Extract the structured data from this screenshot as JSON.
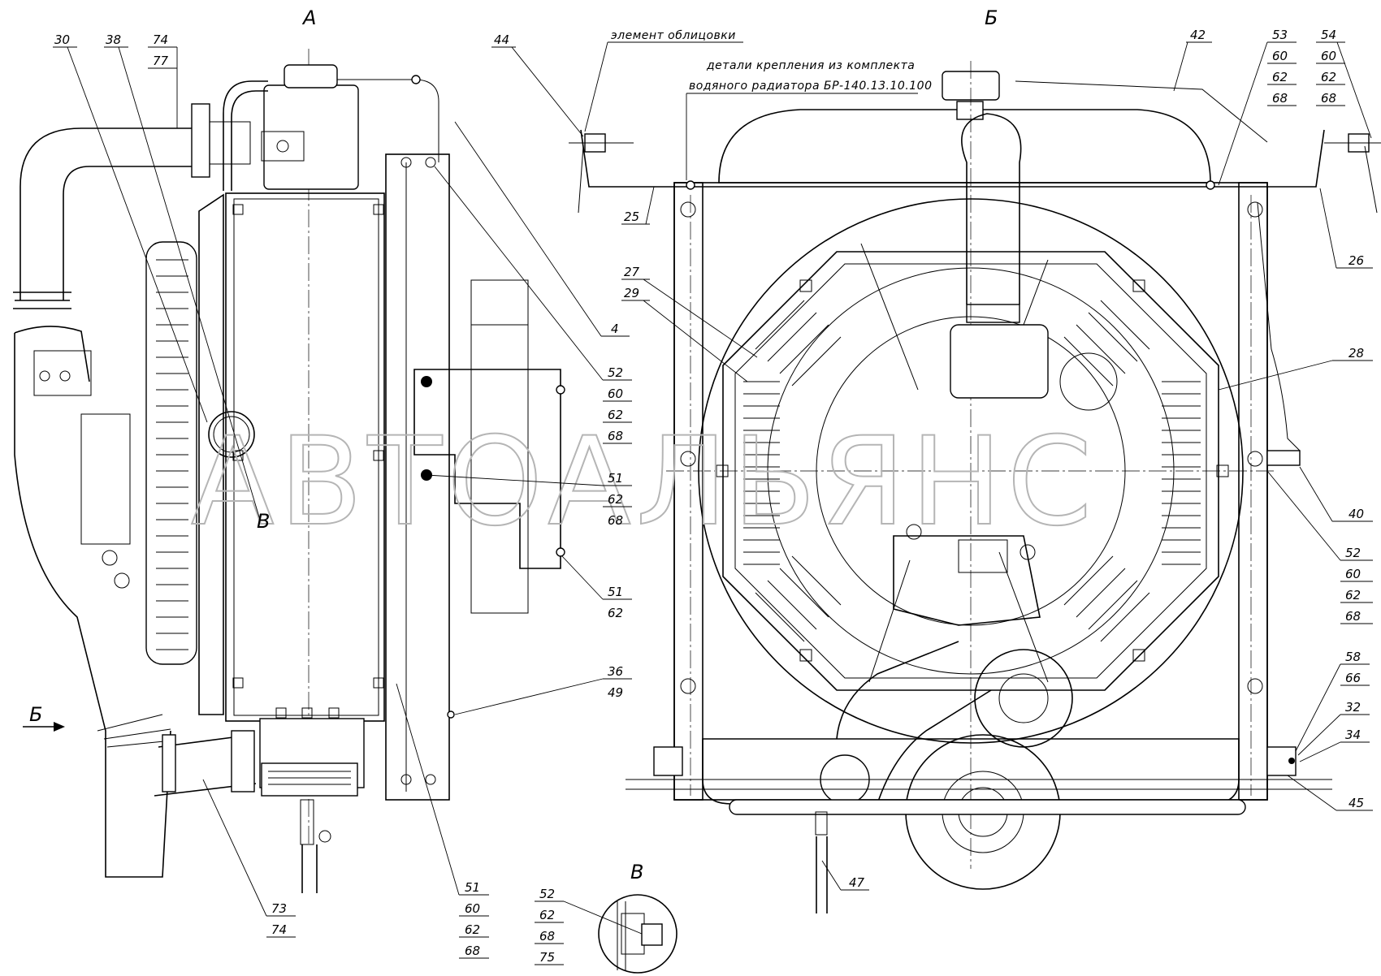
{
  "views": {
    "a": "А",
    "b": "Б",
    "detail_v": "В",
    "section_v": "В",
    "arrow_b": "Б"
  },
  "notes": {
    "cladding": "элемент облицовки",
    "fasteners_line1": "детали крепления из комплекта",
    "fasteners_line2": "водяного радиатора БР-140.13.10.100"
  },
  "watermark": "АВТОАЛЬЯНС",
  "callouts": {
    "c30": "30",
    "c38": "38",
    "c74_77": [
      "74",
      "77"
    ],
    "c4": "4",
    "c52_top": [
      "52",
      "60",
      "62",
      "68"
    ],
    "c51_mid": [
      "51",
      "62",
      "68"
    ],
    "c51_low": [
      "51",
      "62"
    ],
    "c36": [
      "36",
      "49"
    ],
    "c51_bottom": [
      "51",
      "60",
      "62",
      "68"
    ],
    "c73": [
      "73",
      "74"
    ],
    "c44": "44",
    "c42": "42",
    "c53": [
      "53",
      "60",
      "62",
      "68"
    ],
    "c54": [
      "54",
      "60",
      "62",
      "68"
    ],
    "c25": "25",
    "c26": "26",
    "c27": "27",
    "c29": "29",
    "c28": "28",
    "c40": "40",
    "c52_right": [
      "52",
      "60",
      "62",
      "68"
    ],
    "c58": [
      "58",
      "66"
    ],
    "c32": "32",
    "c34": "34",
    "c45": "45",
    "c47": "47",
    "c52_detail": [
      "52",
      "62",
      "68",
      "75"
    ]
  }
}
